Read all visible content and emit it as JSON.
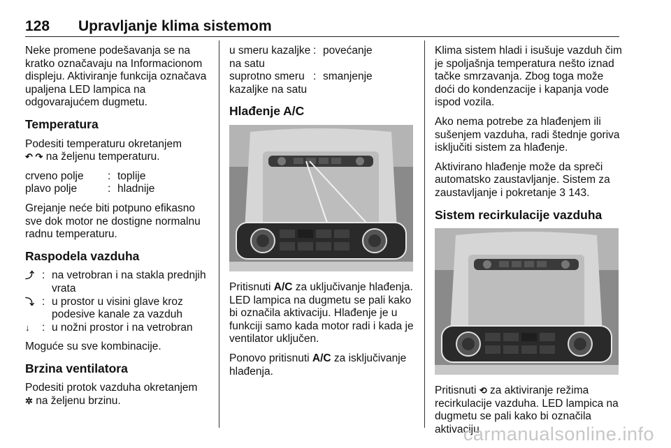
{
  "header": {
    "page_number": "128",
    "title": "Upravljanje klima sistemom"
  },
  "col1": {
    "intro": "Neke promene podešavanja se na kratko označavaju na Informacionom displeju. Aktiviranje funkcija označava upaljena LED lampica na odgovarajućem dugmetu.",
    "temp_heading": "Temperatura",
    "temp_text_1": "Podesiti temperaturu okretanjem",
    "temp_icon": "↶ ↷",
    "temp_text_2": "na željenu temperaturu.",
    "temp_rows": [
      {
        "key": "crveno polje",
        "sep": ":",
        "val": "toplije"
      },
      {
        "key": "plavo polje",
        "sep": ":",
        "val": "hladnije"
      }
    ],
    "heating_note": "Grejanje neće biti potpuno efikasno sve dok motor ne dostigne normalnu radnu temperaturu.",
    "air_heading": "Raspodela vazduha",
    "air_rows": [
      {
        "icon": "⤴",
        "sep": ":",
        "val": "na vetrobran i na stakla prednjih vrata"
      },
      {
        "icon": "⤵",
        "sep": ":",
        "val": "u prostor u visini glave kroz podesive kanale za vazduh"
      },
      {
        "icon": "↓",
        "sep": ":",
        "val": "u nožni prostor i na vetrobran"
      }
    ],
    "combos": "Moguće su sve kombinacije.",
    "fan_heading": "Brzina ventilatora",
    "fan_text_1": "Podesiti protok vazduha okretanjem",
    "fan_icon": "✲",
    "fan_text_2": "na željenu brzinu."
  },
  "col2": {
    "dir_rows": [
      {
        "key": "u smeru kazaljke na satu",
        "sep": ":",
        "val": "povećanje"
      },
      {
        "key": "suprotno smeru kazaljke na satu",
        "sep": ":",
        "val": "smanjenje"
      }
    ],
    "ac_heading": "Hlađenje A/C",
    "p1_a": "Pritisnuti ",
    "p1_bold": "A/C",
    "p1_b": " za uključivanje hlađenja. LED lampica na dugmetu se pali kako bi označila aktivaciju. Hlađenje je u funkciji samo kada motor radi i kada je ventilator uključen.",
    "p2_a": "Ponovo pritisnuti ",
    "p2_bold": "A/C",
    "p2_b": " za isključivanje hlađenja."
  },
  "col3": {
    "p1": "Klima sistem hladi i isušuje vazduh čim je spoljašnja temperatura nešto iznad tačke smrzavanja. Zbog toga može doći do kondenzacije i kapanja vode ispod vozila.",
    "p2": "Ako nema potrebe za hlađenjem ili sušenjem vazduha, radi štednje goriva isključiti sistem za hlađenje.",
    "p3_a": "Aktivirano hlađenje može da spreči automatsko zaustavljanje. Sistem za zaustavljanje i pokretanje ",
    "p3_ref": "3 143.",
    "recirc_heading": "Sistem recirkulacije vazduha",
    "p4_a": "Pritisnuti ",
    "p4_icon": "⟲",
    "p4_b": " za aktiviranje režima recirkulacije vazduha. LED lampica na dugmetu se pali kako bi označila aktivaciju."
  },
  "watermark": "carmanualsonline.info"
}
